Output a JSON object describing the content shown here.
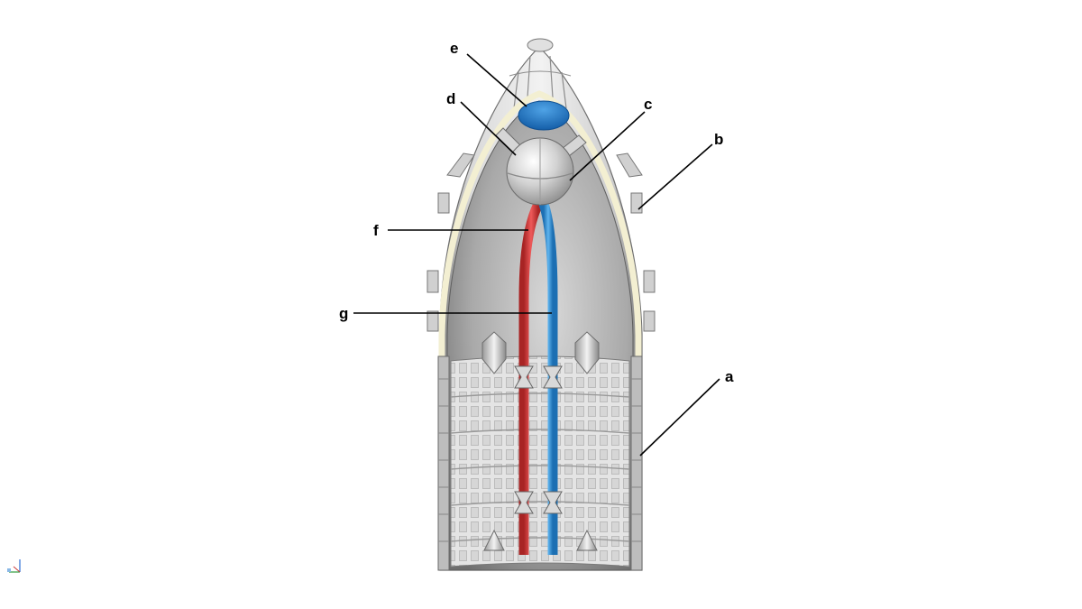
{
  "labels": {
    "a": "a",
    "b": "b",
    "c": "c",
    "d": "d",
    "e": "e",
    "f": "f",
    "g": "g"
  },
  "colors": {
    "shell": "#c9c9c9",
    "shell_dark": "#8f8f8f",
    "liner": "#f3efd2",
    "hot_pipe": "#d23a3a",
    "cold_pipe": "#2f8fd6",
    "dome": "#1e73c8",
    "grid": "#bdbdbd"
  },
  "icons": [
    "axis-triad-icon"
  ]
}
